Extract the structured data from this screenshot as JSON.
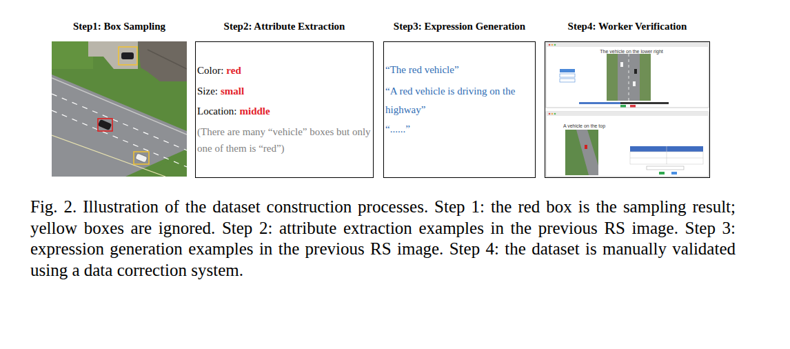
{
  "diagram": {
    "caption": "Fig. 2. Illustration of the dataset construction processes. Step 1: the red box is the sampling result; yellow boxes are ignored. Step 2: attribute extraction examples in the previous RS image. Step 3: expression generation examples in the previous RS image. Step 4: the dataset is manually validated using a data correction system.",
    "nodes": [
      {
        "text": [
          "Step1: Box Sampling"
        ]
      },
      {
        "text": [
          "Step2: Attribute Extraction",
          "Color:",
          "red",
          "Size:",
          "small",
          "Location:",
          "middle",
          "(There are many “vehicle” boxes but only one of them is “red”)"
        ]
      },
      {
        "text": [
          "Step3: Expression Generation",
          "“The red vehicle”",
          "“A red vehicle is driving on the highway”",
          "“......”"
        ]
      },
      {
        "text": [
          "Step4: Worker Verification",
          "The vehicle on the lower right",
          "A vehicle on the top"
        ]
      }
    ]
  }
}
